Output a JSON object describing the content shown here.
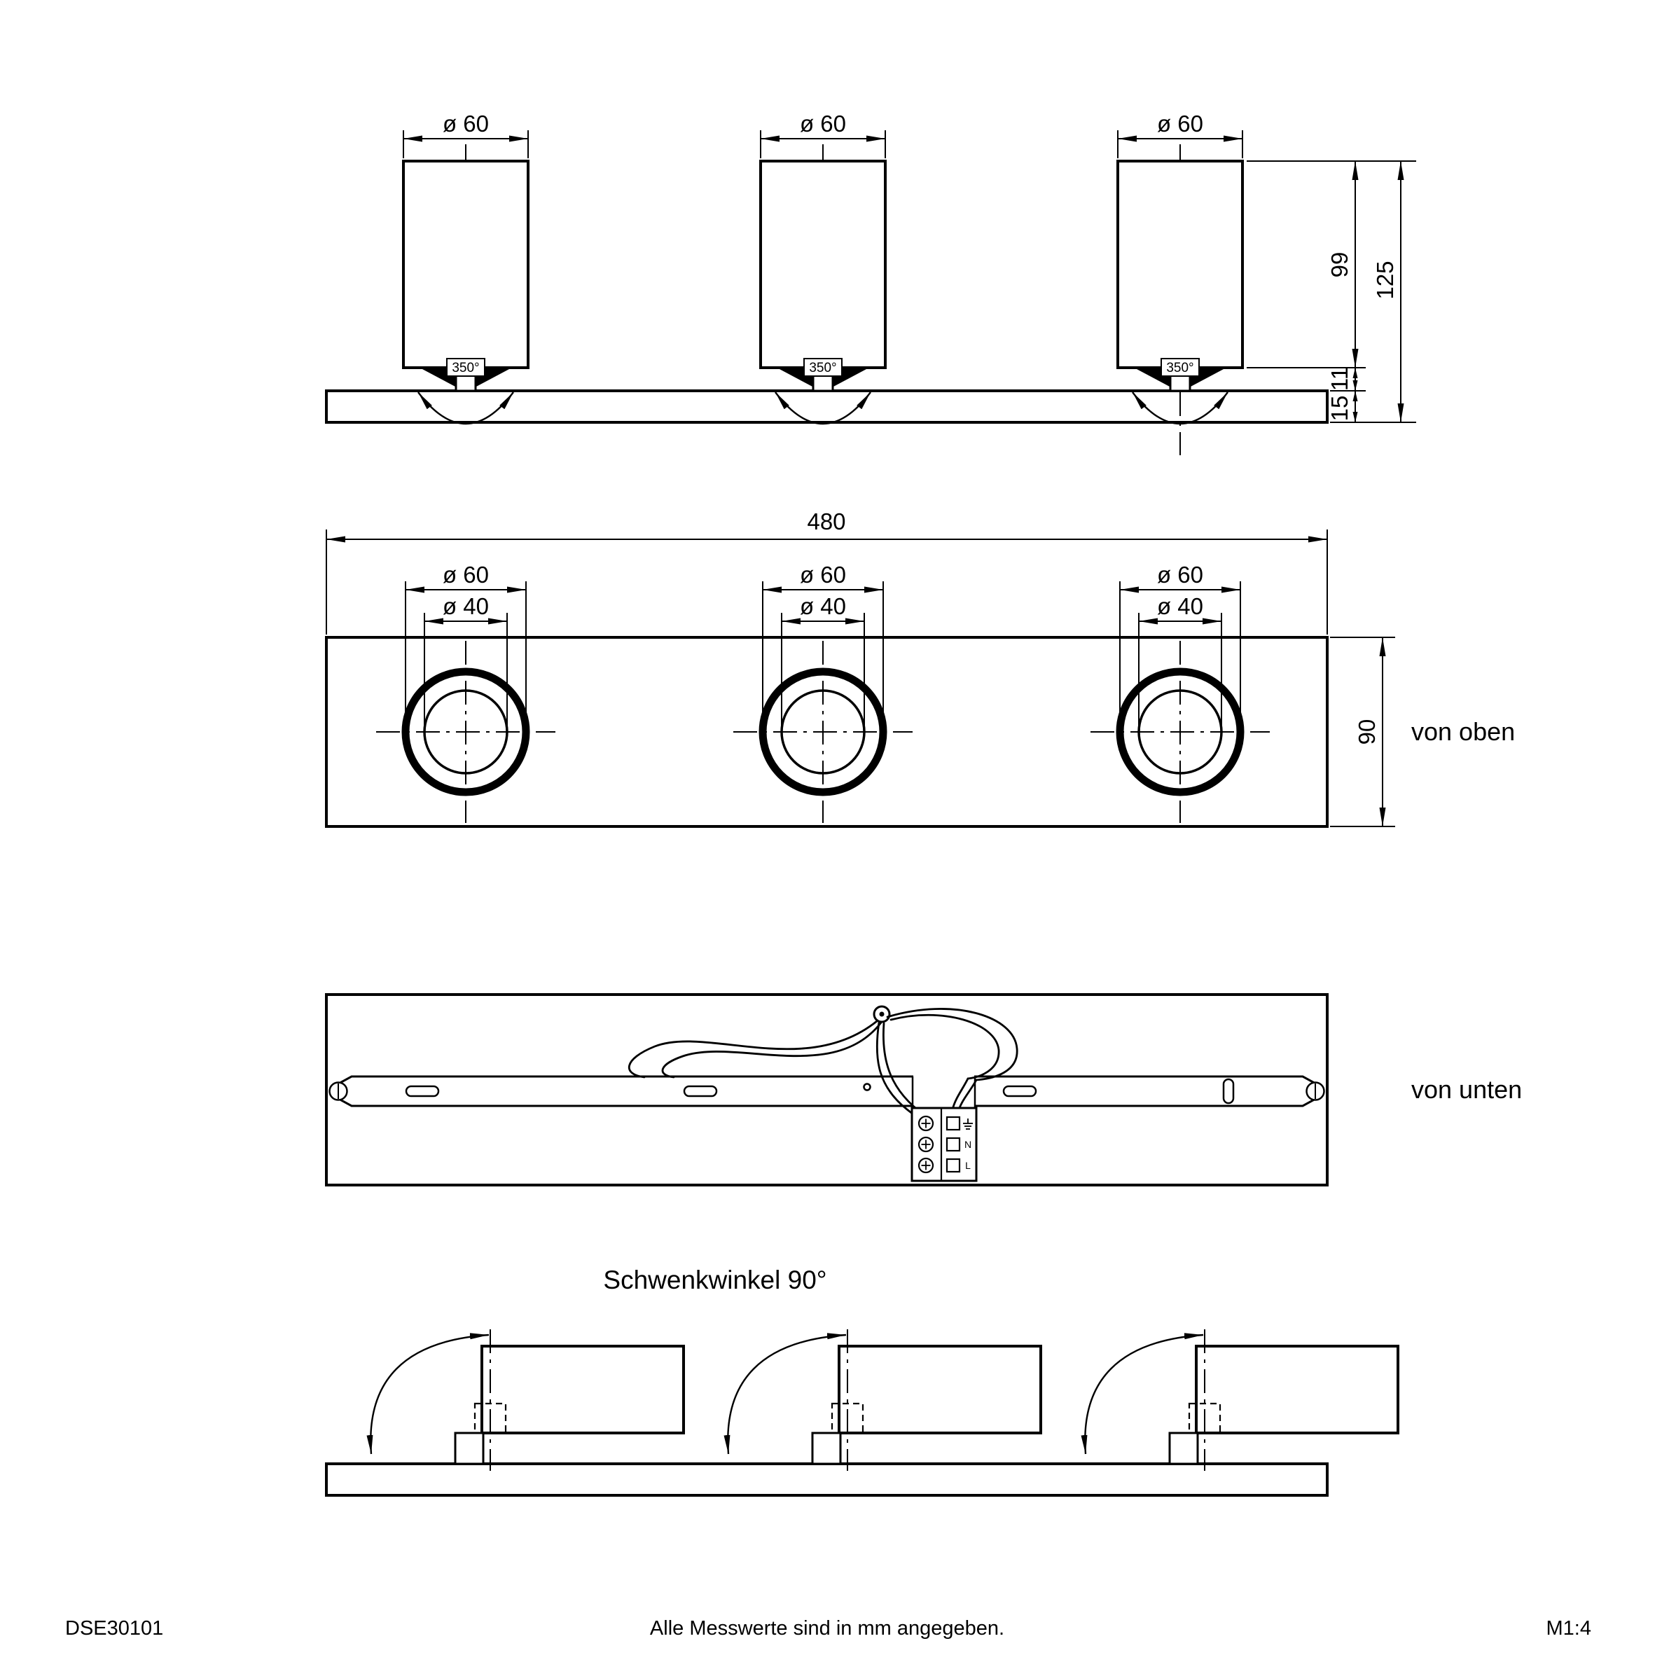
{
  "footer": {
    "drawing_number": "DSE30101",
    "note": "Alle Messwerte sind in mm angegeben.",
    "scale": "M1:4"
  },
  "front_view": {
    "spot_diameter_label": "ø 60",
    "rotation_label": "350°",
    "spot_height": "99",
    "total_height": "125",
    "joint_height": "11",
    "base_thickness": "15"
  },
  "top_view": {
    "caption": "von oben",
    "base_length": "480",
    "base_depth": "90",
    "outer_diameter_label": "ø 60",
    "inner_diameter_label": "ø 40"
  },
  "bottom_view": {
    "caption": "von unten",
    "terminal_neutral": "N",
    "terminal_live": "L"
  },
  "swivel_view": {
    "caption": "Schwenkwinkel 90°"
  }
}
